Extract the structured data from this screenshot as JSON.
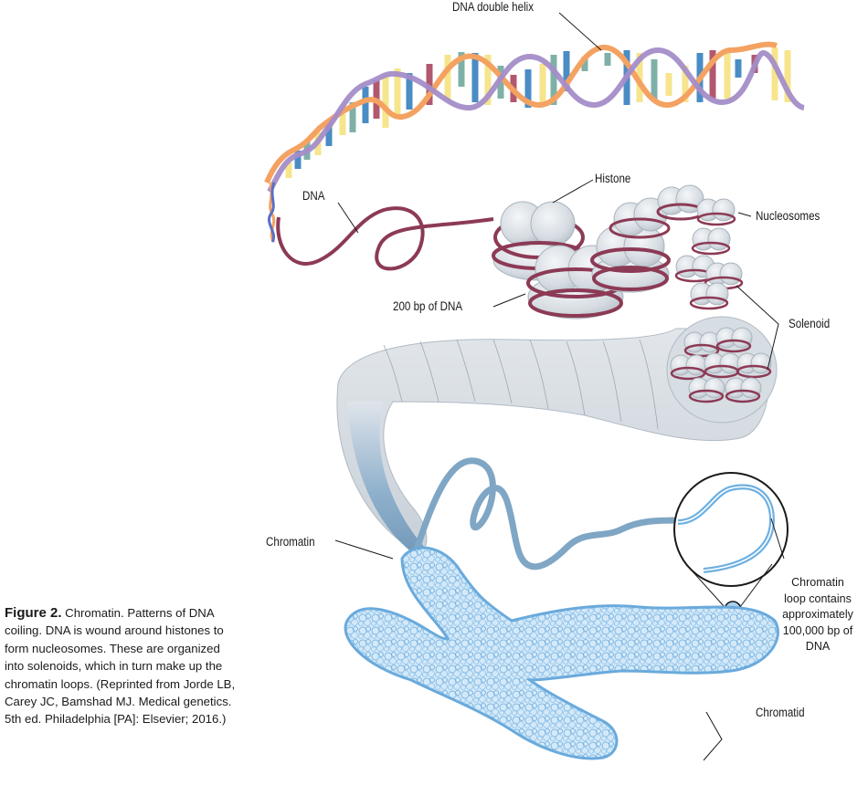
{
  "figure": {
    "title": "Chromatin. Patterns of DNA coiling.",
    "labels": {
      "dna_double_helix": "DNA double helix",
      "histone": "Histone",
      "dna": "DNA",
      "nucleosomes": "Nucleosomes",
      "bp_200": "200 bp of DNA",
      "solenoid": "Solenoid",
      "chromatin": "Chromatin",
      "chromatin_loop": [
        "Chromatin",
        "loop contains",
        "approximately",
        "100,000 bp of",
        "DNA"
      ],
      "chromatid": "Chromatid"
    },
    "colors": {
      "helix_strand_a": "#f4a261",
      "helix_strand_b": "#a48dc8",
      "base_yellow": "#f6e58d",
      "base_blue": "#4a8cc4",
      "base_teal": "#7fb0a8",
      "base_red": "#b0586e",
      "dna_strand": "#8c3a55",
      "histone": "#d9dee3",
      "fiber": "#7fa6c4",
      "chromatin": "#7fb9e6",
      "chromatin_fill": "#cfe6f7"
    }
  },
  "caption": {
    "label": "Figure 2.",
    "text": " Chromatin. Patterns of DNA coiling. DNA is wound around histones to form nucleosomes. These are organized into solenoids, which in turn make up the chromatin loops. (Reprinted from Jorde LB, Carey JC, Bamshad MJ. Medical genetics. 5th ed. Philadelphia [PA]: Elsevier; 2016.)"
  }
}
